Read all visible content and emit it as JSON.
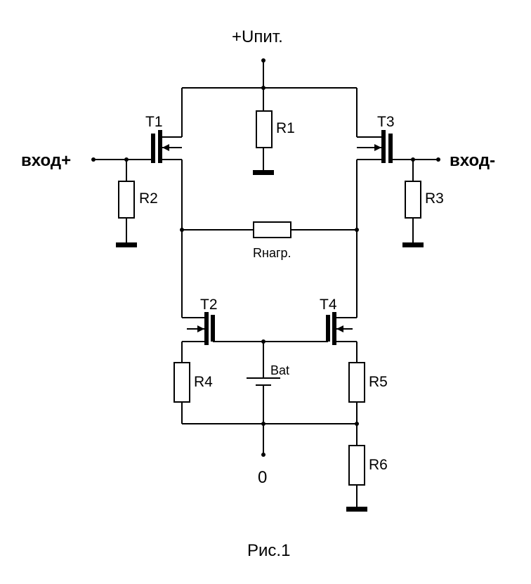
{
  "labels": {
    "supply": "+Uпит.",
    "input_plus": "вход+",
    "input_minus": "вход-",
    "zero": "0",
    "caption": "Рис.1",
    "load": "Rнагр.",
    "battery": "Bat"
  },
  "components": {
    "T1": "T1",
    "T2": "T2",
    "T3": "T3",
    "T4": "T4",
    "R1": "R1",
    "R2": "R2",
    "R3": "R3",
    "R4": "R4",
    "R5": "R5",
    "R6": "R6"
  }
}
